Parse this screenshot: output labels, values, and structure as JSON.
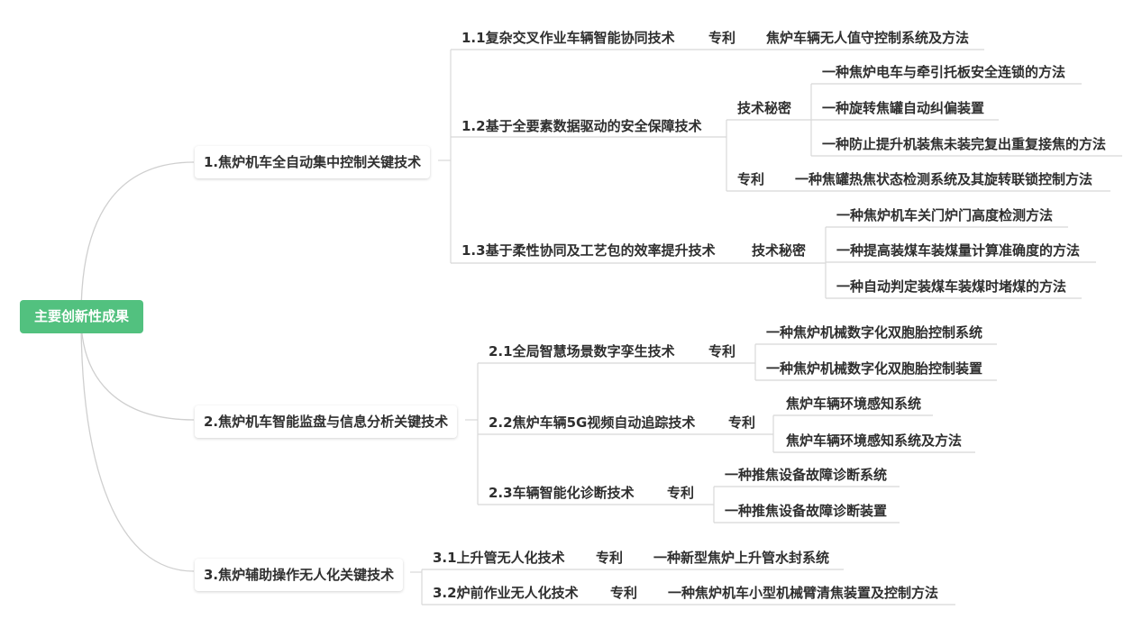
{
  "colors": {
    "root_bg": "#52c17f",
    "line": "#cfcfcf",
    "underline": "#d8d8d8"
  },
  "root": "主要创新性成果",
  "branches": [
    {
      "label": "1.焦炉机车全自动集中控制关键技术",
      "subs": [
        {
          "label": "1.1复杂交叉作业车辆智能协同技术",
          "groups": [
            {
              "type": "专利",
              "items": [
                "焦炉车辆无人值守控制系统及方法"
              ]
            }
          ]
        },
        {
          "label": "1.2基于全要素数据驱动的安全保障技术",
          "groups": [
            {
              "type": "技术秘密",
              "items": [
                "一种焦炉电车与牵引托板安全连锁的方法",
                "一种旋转焦罐自动纠偏装置",
                "一种防止提升机装焦未装完复出重复接焦的方法"
              ]
            },
            {
              "type": "专利",
              "items": [
                "一种焦罐热焦状态检测系统及其旋转联锁控制方法"
              ]
            }
          ]
        },
        {
          "label": "1.3基于柔性协同及工艺包的效率提升技术",
          "groups": [
            {
              "type": "技术秘密",
              "items": [
                "一种焦炉机车关门炉门高度检测方法",
                "一种提高装煤车装煤量计算准确度的方法",
                "一种自动判定装煤车装煤时堵煤的方法"
              ]
            }
          ]
        }
      ]
    },
    {
      "label": "2.焦炉机车智能监盘与信息分析关键技术",
      "subs": [
        {
          "label": "2.1全局智慧场景数字孪生技术",
          "groups": [
            {
              "type": "专利",
              "items": [
                "一种焦炉机械数字化双胞胎控制系统",
                "一种焦炉机械数字化双胞胎控制装置"
              ]
            }
          ]
        },
        {
          "label": "2.2焦炉车辆5G视频自动追踪技术",
          "groups": [
            {
              "type": "专利",
              "items": [
                "焦炉车辆环境感知系统",
                "焦炉车辆环境感知系统及方法"
              ]
            }
          ]
        },
        {
          "label": "2.3车辆智能化诊断技术",
          "groups": [
            {
              "type": "专利",
              "items": [
                "一种推焦设备故障诊断系统",
                "一种推焦设备故障诊断装置"
              ]
            }
          ]
        }
      ]
    },
    {
      "label": "3.焦炉辅助操作无人化关键技术",
      "subs": [
        {
          "label": "3.1上升管无人化技术",
          "groups": [
            {
              "type": "专利",
              "items": [
                "一种新型焦炉上升管水封系统"
              ]
            }
          ]
        },
        {
          "label": "3.2炉前作业无人化技术",
          "groups": [
            {
              "type": "专利",
              "items": [
                "一种焦炉机车小型机械臂清焦装置及控制方法"
              ]
            }
          ]
        }
      ]
    }
  ]
}
